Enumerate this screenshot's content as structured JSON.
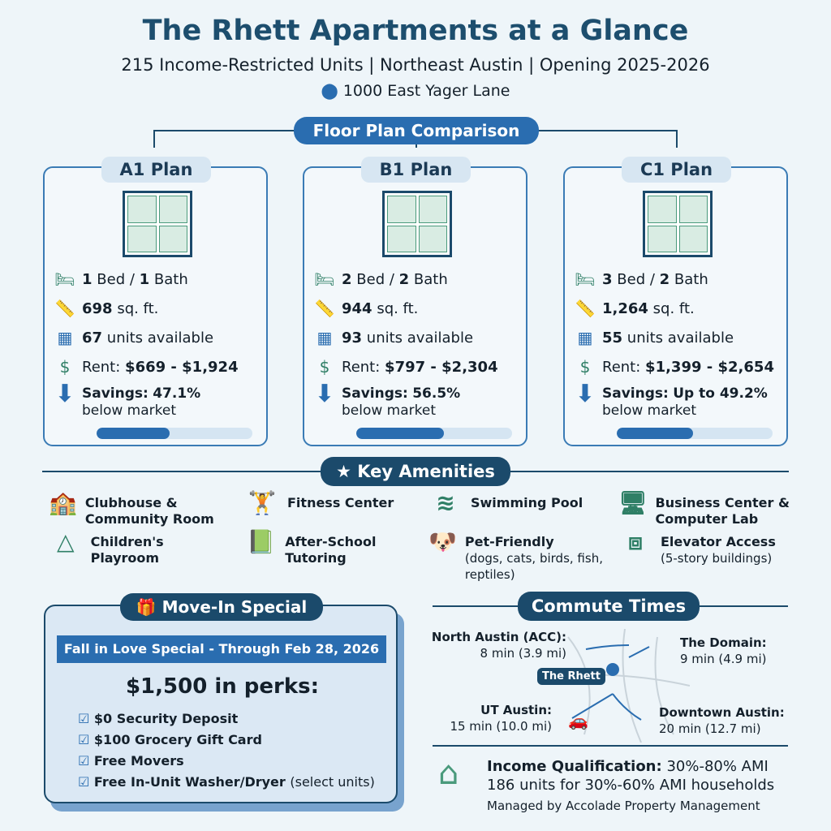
{
  "header": {
    "title": "The Rhett Apartments at a Glance",
    "subtitle": "215 Income-Restricted Units | Northeast Austin | Opening 2025-2026",
    "address": "1000 East Yager Lane"
  },
  "floor_plans": {
    "heading": "Floor Plan Comparison",
    "plans": [
      {
        "name": "A1 Plan",
        "beds": "1",
        "baths": "1",
        "bed_label": "Bed /",
        "bath_label": "Bath",
        "sqft": "698",
        "sqft_label": "sq. ft.",
        "units": "67",
        "units_label": "units available",
        "rent_label": "Rent:",
        "rent": "$669 - $1,924",
        "savings_label": "Savings:",
        "savings": "47.1%",
        "savings_suffix": "below market",
        "savings_pct": 47.1
      },
      {
        "name": "B1 Plan",
        "beds": "2",
        "baths": "2",
        "bed_label": "Bed /",
        "bath_label": "Bath",
        "sqft": "944",
        "sqft_label": "sq. ft.",
        "units": "93",
        "units_label": "units available",
        "rent_label": "Rent:",
        "rent": "$797 - $2,304",
        "savings_label": "Savings:",
        "savings": "56.5%",
        "savings_suffix": "below market",
        "savings_pct": 56.5
      },
      {
        "name": "C1 Plan",
        "beds": "3",
        "baths": "2",
        "bed_label": "Bed /",
        "bath_label": "Bath",
        "sqft": "1,264",
        "sqft_label": "sq. ft.",
        "units": "55",
        "units_label": "units available",
        "rent_label": "Rent:",
        "rent": "$1,399 - $2,654",
        "savings_label": "Savings:",
        "savings": "Up to 49.2%",
        "savings_suffix": "below market",
        "savings_pct": 49.2
      }
    ]
  },
  "amenities": {
    "heading": "Key Amenities",
    "items": [
      {
        "icon": "clubhouse-icon",
        "label": "Clubhouse & Community Room",
        "note": ""
      },
      {
        "icon": "treadmill-icon",
        "label": "Fitness Center",
        "note": ""
      },
      {
        "icon": "pool-icon",
        "label": "Swimming Pool",
        "note": ""
      },
      {
        "icon": "computer-icon",
        "label": "Business Center & Computer Lab",
        "note": ""
      },
      {
        "icon": "toys-icon",
        "label": "Children's Playroom",
        "note": ""
      },
      {
        "icon": "book-icon",
        "label": "After-School Tutoring",
        "note": ""
      },
      {
        "icon": "pet-icon",
        "label": "Pet-Friendly",
        "note": "(dogs, cats, birds, fish, reptiles)"
      },
      {
        "icon": "elevator-icon",
        "label": "Elevator Access",
        "note": "(5-story buildings)"
      }
    ]
  },
  "special": {
    "heading": "Move-In Special",
    "banner": "Fall in Love Special - Through Feb 28, 2026",
    "headline": "$1,500 in perks:",
    "perks": [
      "$0 Security Deposit",
      "$100 Grocery Gift Card",
      "Free Movers",
      "Free In-Unit Washer/Dryer"
    ],
    "perk_note": "(select units)"
  },
  "commute": {
    "heading": "Commute Times",
    "origin": "The Rhett",
    "destinations": [
      {
        "name": "North Austin (ACC):",
        "time": "8 min (3.9 mi)"
      },
      {
        "name": "The Domain:",
        "time": "9 min (4.9 mi)"
      },
      {
        "name": "UT Austin:",
        "time": "15 min (10.0 mi)"
      },
      {
        "name": "Downtown Austin:",
        "time": "20 min (12.7 mi)"
      }
    ]
  },
  "income": {
    "label": "Income Qualification:",
    "range": "30%-80% AMI",
    "detail": "186 units for 30%-60% AMI households",
    "manager": "Managed by Accolade Property Management"
  },
  "colors": {
    "navy": "#1b4a6b",
    "accent": "#2a6db0",
    "green": "#4a9a7c",
    "background": "#eef5f9"
  }
}
